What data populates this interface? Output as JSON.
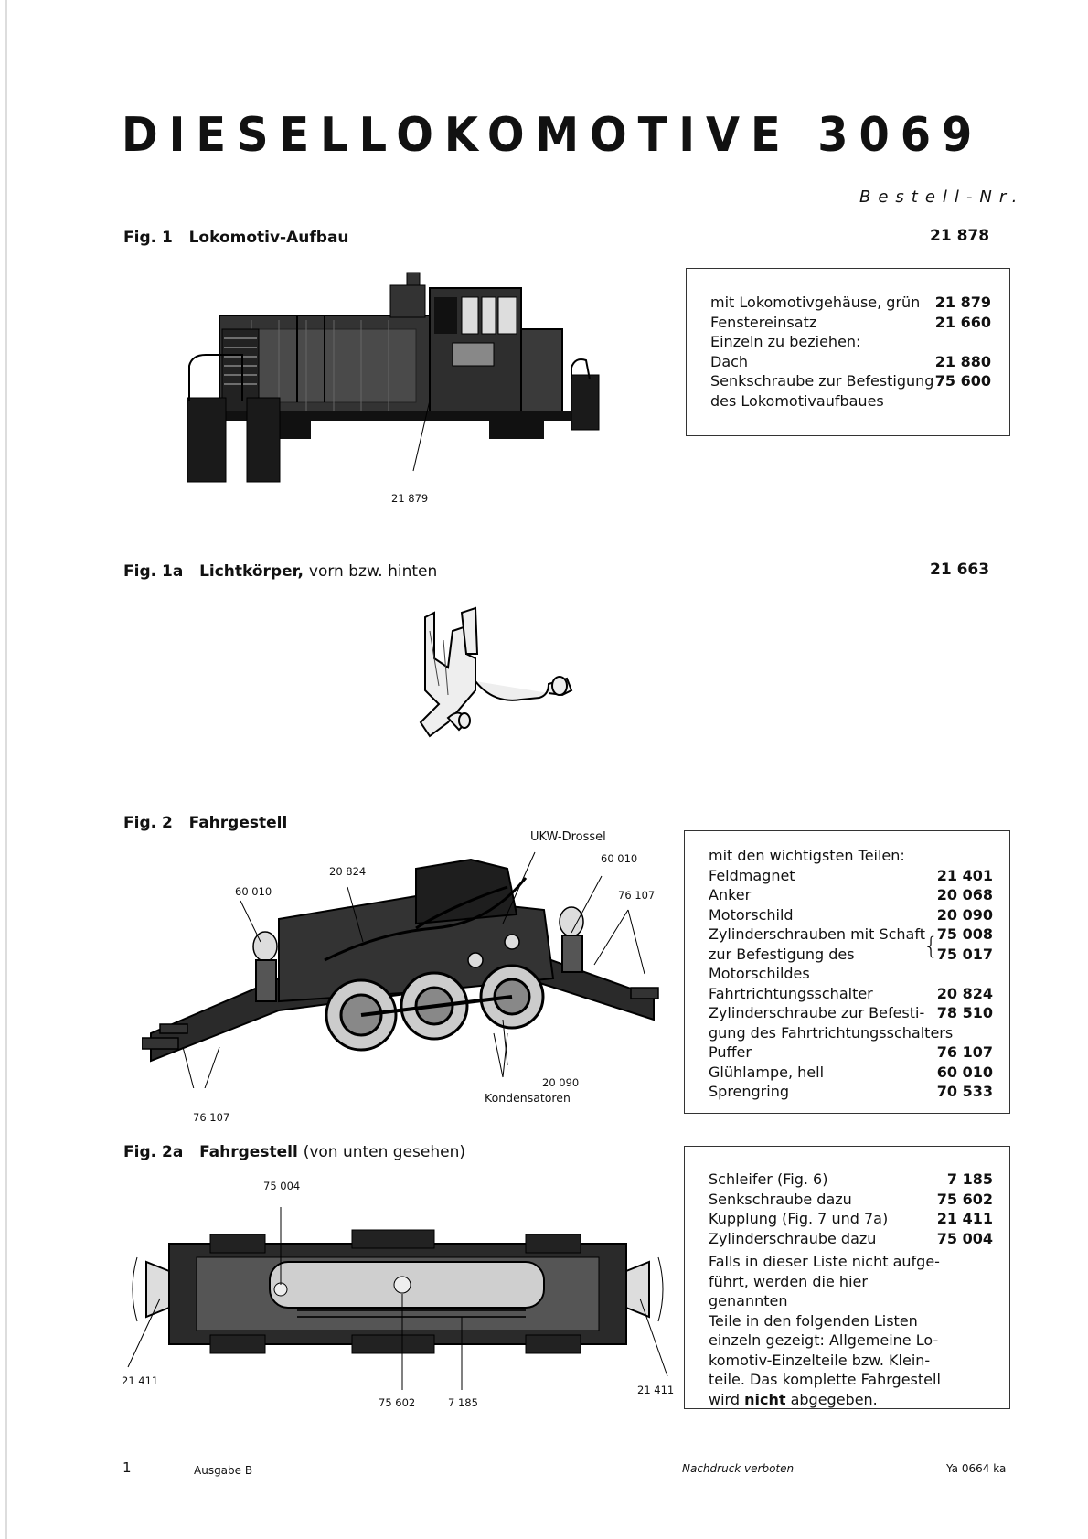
{
  "title": "DIESELLOKOMOTIVE 3069",
  "bestell_label": "Bestell-Nr.",
  "fig1": {
    "label": "Fig. 1",
    "title": "Lokomotiv-Aufbau",
    "partno": "21 878",
    "callout": "21 879",
    "box": [
      {
        "text": "mit Lokomotivgehäuse, grün",
        "num": "21 879"
      },
      {
        "text": "Fenstereinsatz",
        "num": "21 660"
      },
      {
        "text": "Einzeln zu beziehen:",
        "num": ""
      },
      {
        "text": "Dach",
        "num": "21 880"
      },
      {
        "text": "Senkschraube zur Befestigung",
        "num": "75 600"
      },
      {
        "text": "des Lokomotivaufbaues",
        "num": ""
      }
    ]
  },
  "fig1a": {
    "label": "Fig. 1a",
    "title": "Lichtkörper,",
    "subtitle": "vorn bzw. hinten",
    "partno": "21 663"
  },
  "fig2": {
    "label": "Fig. 2",
    "title": "Fahrgestell",
    "callouts": {
      "ukw": "UKW-Drossel",
      "c60010a": "60 010",
      "c20824": "20 824",
      "c60010b": "60 010",
      "c76107a": "76 107",
      "c76107b": "76 107",
      "c20090": "20 090",
      "kond": "Kondensatoren"
    },
    "box": [
      {
        "text": "mit den wichtigsten Teilen:",
        "num": ""
      },
      {
        "text": "Feldmagnet",
        "num": "21 401"
      },
      {
        "text": "Anker",
        "num": "20 068"
      },
      {
        "text": "Motorschild",
        "num": "20 090"
      },
      {
        "text": "Zylinderschrauben mit Schaft",
        "num": "75 008"
      },
      {
        "text": "zur Befestigung des",
        "num": "75 017"
      },
      {
        "text": "Motorschildes",
        "num": ""
      },
      {
        "text": "Fahrtrichtungsschalter",
        "num": "20 824"
      },
      {
        "text": "Zylinderschraube zur Befesti-",
        "num": "78 510"
      },
      {
        "text": "gung des Fahrtrichtungsschalters",
        "num": ""
      },
      {
        "text": "Puffer",
        "num": "76 107"
      },
      {
        "text": "Glühlampe, hell",
        "num": "60 010"
      },
      {
        "text": "Sprengring",
        "num": "70 533"
      }
    ]
  },
  "fig2a": {
    "label": "Fig. 2a",
    "title": "Fahrgestell",
    "subtitle": "(von unten gesehen)",
    "callouts": {
      "c75004": "75 004",
      "c21411a": "21 411",
      "c21411b": "21 411",
      "c75602": "75 602",
      "c7185": "7 185"
    },
    "box": [
      {
        "text": "Schleifer (Fig. 6)",
        "num": "7 185"
      },
      {
        "text": "Senkschraube dazu",
        "num": "75 602"
      },
      {
        "text": "Kupplung (Fig. 7 und 7a)",
        "num": "21 411"
      },
      {
        "text": "Zylinderschraube dazu",
        "num": "75 004"
      }
    ],
    "note_lines": [
      "Falls in dieser Liste nicht aufge-",
      "führt, werden die hier genannten",
      "Teile in den folgenden Listen",
      "einzeln gezeigt: Allgemeine Lo-",
      "komotiv-Einzelteile bzw. Klein-",
      "teile. Das komplette Fahrgestell"
    ],
    "note_last_pre": "wird ",
    "note_last_bold": "nicht",
    "note_last_post": " abgegeben."
  },
  "footer": {
    "page": "1",
    "edition": "Ausgabe B",
    "notice": "Nachdruck verboten",
    "code": "Ya 0664 ka"
  }
}
